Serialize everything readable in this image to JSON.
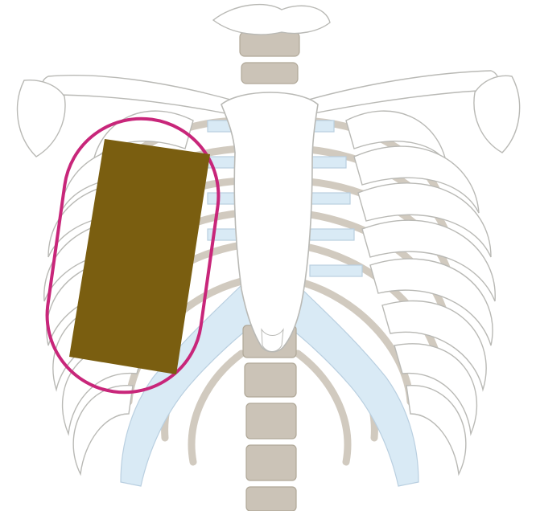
{
  "figure": {
    "subject": "anterior-thoracic-cage",
    "colors": {
      "background": "#ffffff",
      "bone_fill": "#ffffff",
      "bone_outline": "#b9b9b5",
      "vertebra_fill": "#cbc3b7",
      "inner_rib_fill": "#c9c1b4",
      "costal_cartilage": "#d9eaf5",
      "highlight_outline": "#c8267a",
      "redaction_block": "#7a5e10"
    },
    "icons": [
      "rib-cage-illustration",
      "highlight-outline",
      "redaction-block"
    ]
  }
}
